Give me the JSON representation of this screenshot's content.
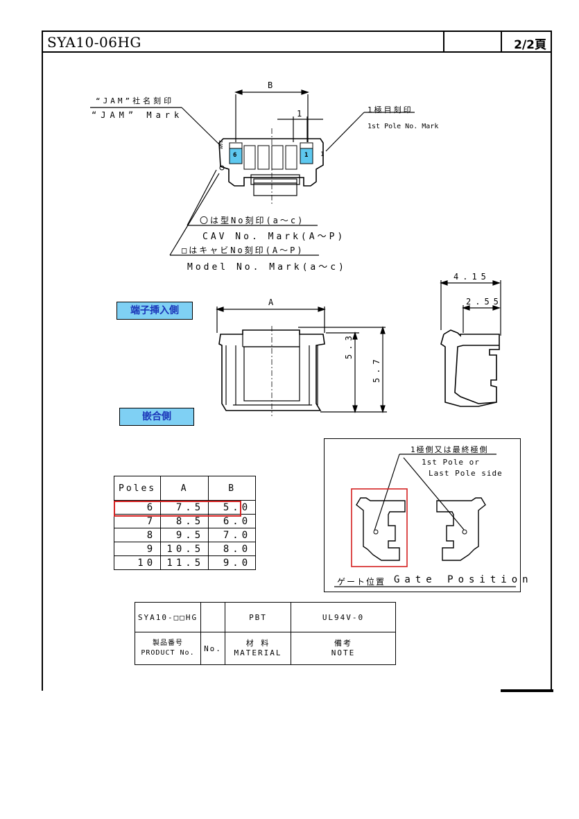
{
  "header": {
    "part_number": "SYA10-06HG",
    "page": "2/2頁"
  },
  "top_view": {
    "dim_b": "B",
    "dim_pitch": "1",
    "jam_mark_jp": "“JAM”社名刻印",
    "jam_mark_en": "“JAM” Mark",
    "pole1_mark_jp": "1極目刻印",
    "pole1_mark_en": "1st Pole No. Mark",
    "model_mark_jp": "〇は型No刻印(a～c)",
    "cav_mark_en": "CAV No. Mark(A～P)",
    "cav_mark_jp": "□はキャビNo刻印(A～P)",
    "model_mark_en": "Model No. Mark(a～c)",
    "pole_label_left": "6",
    "pole_label_right": "1",
    "side_mark_jam": "JAM",
    "side_mark_1": "1"
  },
  "front_view": {
    "tag_terminal_side": "端子挿入側",
    "tag_mating_side": "嵌合側",
    "dim_a": "A",
    "dim_h1": "5.3",
    "dim_h2": "5.7"
  },
  "side_view": {
    "dim_w1": "4.15",
    "dim_w2": "2.55"
  },
  "poles_table": {
    "headers": [
      "Poles",
      "A",
      "B"
    ],
    "rows": [
      [
        "6",
        "7.5",
        "5.0"
      ],
      [
        "7",
        "8.5",
        "6.0"
      ],
      [
        "8",
        "9.5",
        "7.0"
      ],
      [
        "9",
        "10.5",
        "8.0"
      ],
      [
        "10",
        "11.5",
        "9.0"
      ]
    ],
    "highlighted_row": "6"
  },
  "gate": {
    "label_jp_line": "1極側又は最終極側",
    "label_en1": "1st Pole or",
    "label_en2": "Last Pole side",
    "caption_jp": "ゲート位置",
    "caption_en": "Gate Position"
  },
  "material_table": {
    "product": "SYA10-□□HG",
    "no": "",
    "material": "PBT",
    "note": "UL94V-0",
    "label_product_jp": "製品番号",
    "label_product_en": "PRODUCT No.",
    "label_no": "No.",
    "label_material_jp": "材 料",
    "label_material_en": "MATERIAL",
    "label_note_jp": "備考",
    "label_note_en": "NOTE"
  },
  "colors": {
    "tag_fill": "#7fd0f4",
    "tag_text": "#1a34b8",
    "highlight": "#d42020",
    "cavity": "#5ec8ef"
  }
}
